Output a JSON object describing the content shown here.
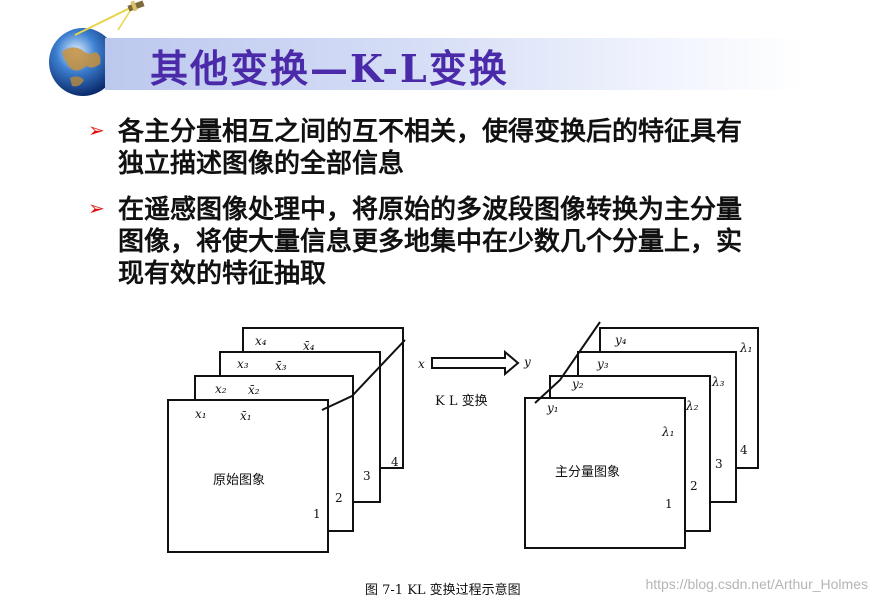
{
  "slide": {
    "title": "其他变换—K-L变换",
    "bullets": [
      {
        "line1": "各主分量相互之间的互不相关，使得变换后的特征具有",
        "line2": "独立描述图像的全部信息",
        "line3": ""
      },
      {
        "line1": "在遥感图像处理中，将原始的多波段图像转换为主分量",
        "line2": "图像，将使大量信息更多地集中在少数几个分量上，实",
        "line3": "现有效的特征抽取"
      }
    ],
    "bullet_icon": "triangle-bullet-icon",
    "logo_icon": "globe-satellite-icon"
  },
  "figure": {
    "left_labels": {
      "x1": "x₁",
      "x2": "x₂",
      "x3": "x₃",
      "x4": "x₄",
      "xb1": "x̄₁",
      "xb2": "x̄₂",
      "xb3": "x̄₃",
      "xb4": "x̄₄",
      "n1": "1",
      "n2": "2",
      "n3": "3",
      "n4": "4",
      "main": "原始图象",
      "x": "x"
    },
    "transform_label": "K L 变换",
    "right_labels": {
      "y1": "y₁",
      "y2": "y₂",
      "y3": "y₃",
      "y4": "y₄",
      "l1a": "λ₁",
      "l2": "λ₂",
      "l3": "λ₃",
      "l1b": "λ₁",
      "n1": "1",
      "n2": "2",
      "n3": "3",
      "n4": "4",
      "main": "主分量图象",
      "y": "y"
    },
    "caption": "图 7-1    KL 变换过程示意图"
  },
  "watermark": "https://blog.csdn.net/Arthur_Holmes"
}
